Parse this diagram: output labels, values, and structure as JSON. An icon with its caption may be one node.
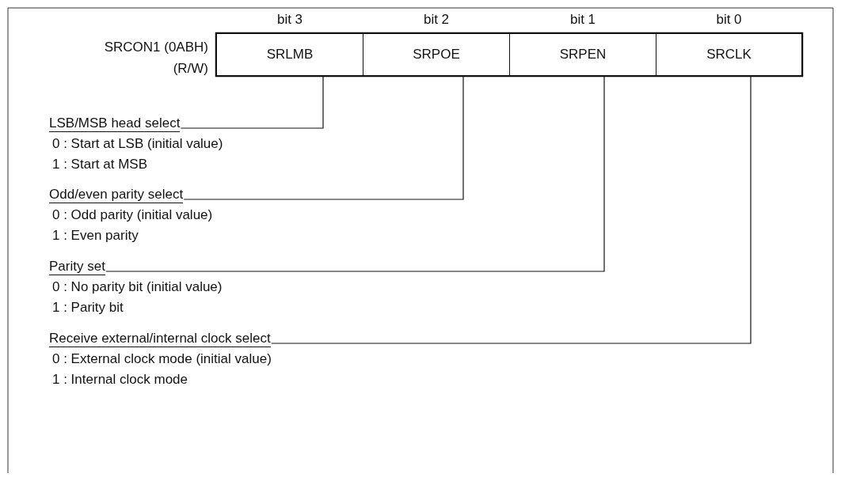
{
  "diagram": {
    "nodes": [
      {
        "text": [
          "bit 3",
          "SRLMB"
        ]
      },
      {
        "text": [
          "bit 2",
          "SRPOE"
        ]
      },
      {
        "text": [
          "bit 1",
          "SRPEN"
        ]
      },
      {
        "text": [
          "bit 0",
          "SRCLK"
        ]
      },
      {
        "text": [
          "LSB/MSB head select"
        ],
        "beside": [
          "0 : Start at LSB (initial value)",
          "1 : Start at MSB"
        ]
      },
      {
        "text": [
          "Odd/even parity select"
        ],
        "beside": [
          "0 : Odd parity (initial value)",
          "1 : Even parity"
        ]
      },
      {
        "text": [
          "Parity set"
        ],
        "beside": [
          "0 : No parity bit (initial value)",
          "1 : Parity bit"
        ]
      },
      {
        "text": [
          "Receive external/internal clock select"
        ],
        "beside": [
          "0 : External clock mode (initial value)",
          "1 : Internal clock mode"
        ]
      }
    ],
    "edges": [
      {
        "from": 4,
        "to": 0,
        "arrow": "none"
      },
      {
        "from": 5,
        "to": 1,
        "arrow": "none"
      },
      {
        "from": 6,
        "to": 2,
        "arrow": "none"
      },
      {
        "from": 7,
        "to": 3,
        "arrow": "none"
      }
    ],
    "labels": [
      "SRCON1 (0ABH)",
      "(R/W)"
    ]
  }
}
